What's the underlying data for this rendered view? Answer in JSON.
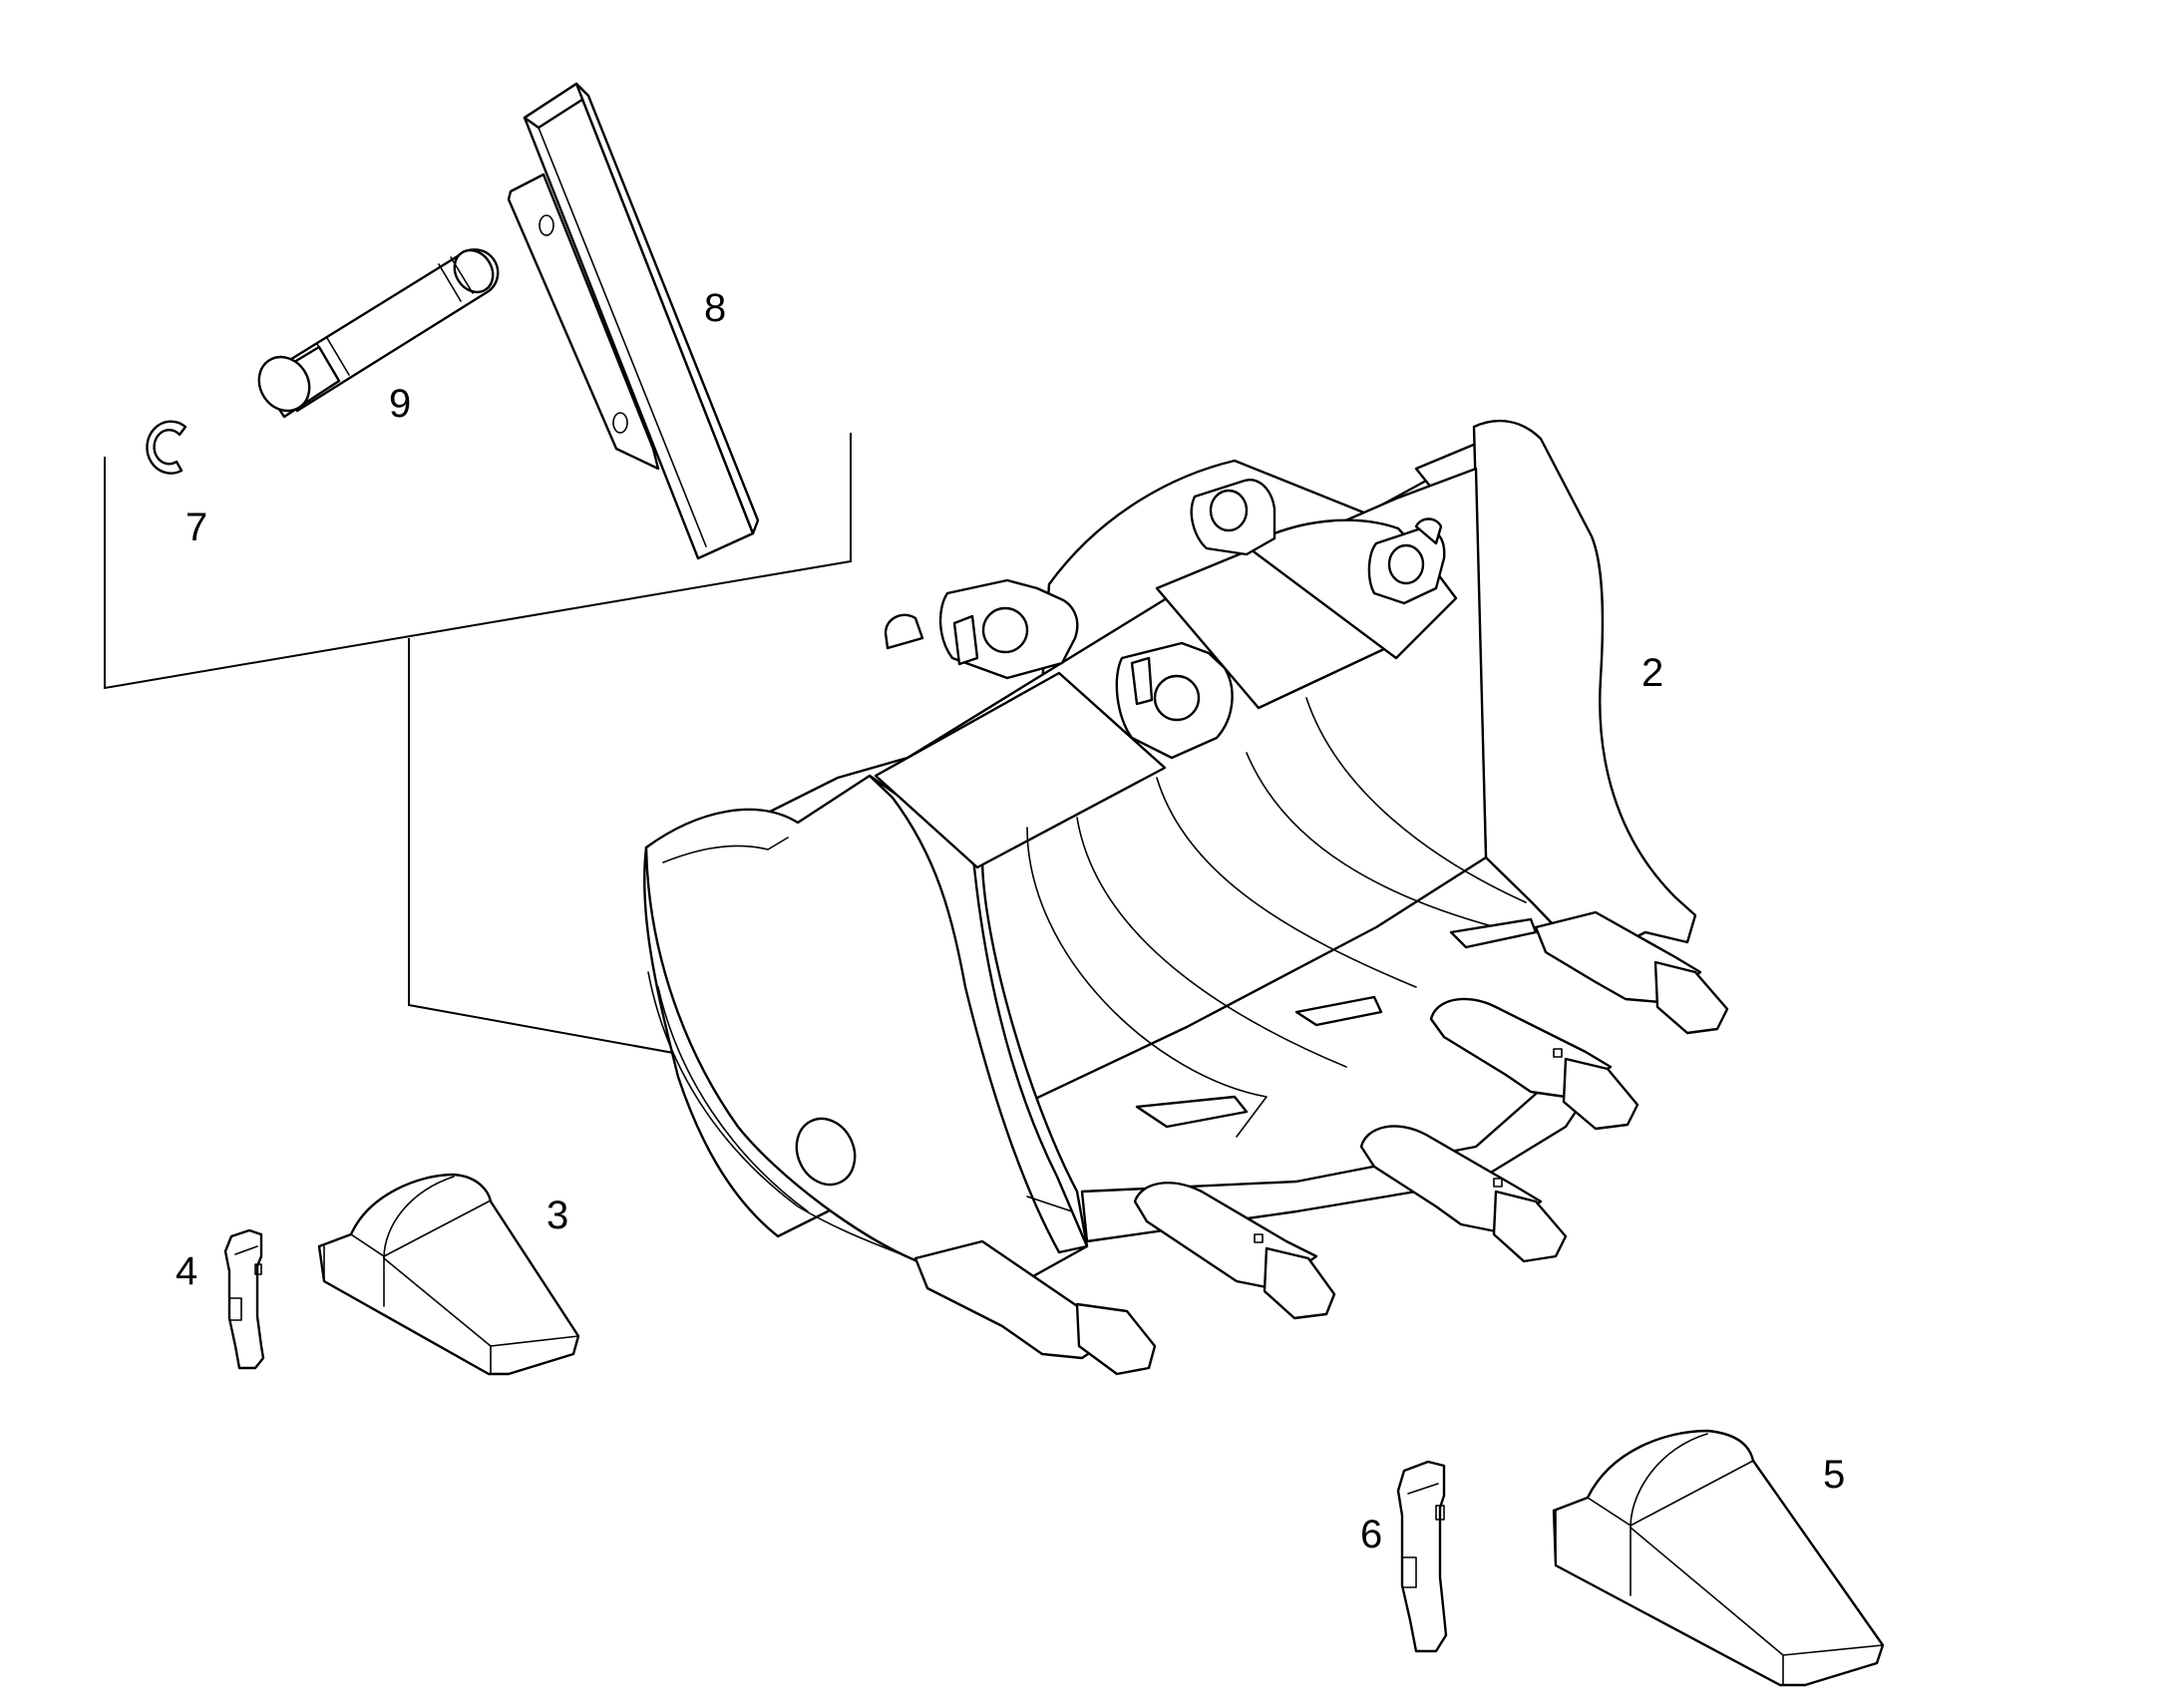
{
  "diagram": {
    "colors": {
      "line": "#000000",
      "background": "#ffffff"
    },
    "callouts": [
      {
        "id": "2",
        "label": "2",
        "part": "bucket"
      },
      {
        "id": "3",
        "label": "3",
        "part": "tooth-tip"
      },
      {
        "id": "4",
        "label": "4",
        "part": "retaining-clip"
      },
      {
        "id": "5",
        "label": "5",
        "part": "tooth-tip"
      },
      {
        "id": "6",
        "label": "6",
        "part": "retaining-clip"
      },
      {
        "id": "7",
        "label": "7",
        "part": "snap-ring"
      },
      {
        "id": "8",
        "label": "8",
        "part": "link-bar"
      },
      {
        "id": "9",
        "label": "9",
        "part": "pin"
      }
    ]
  }
}
